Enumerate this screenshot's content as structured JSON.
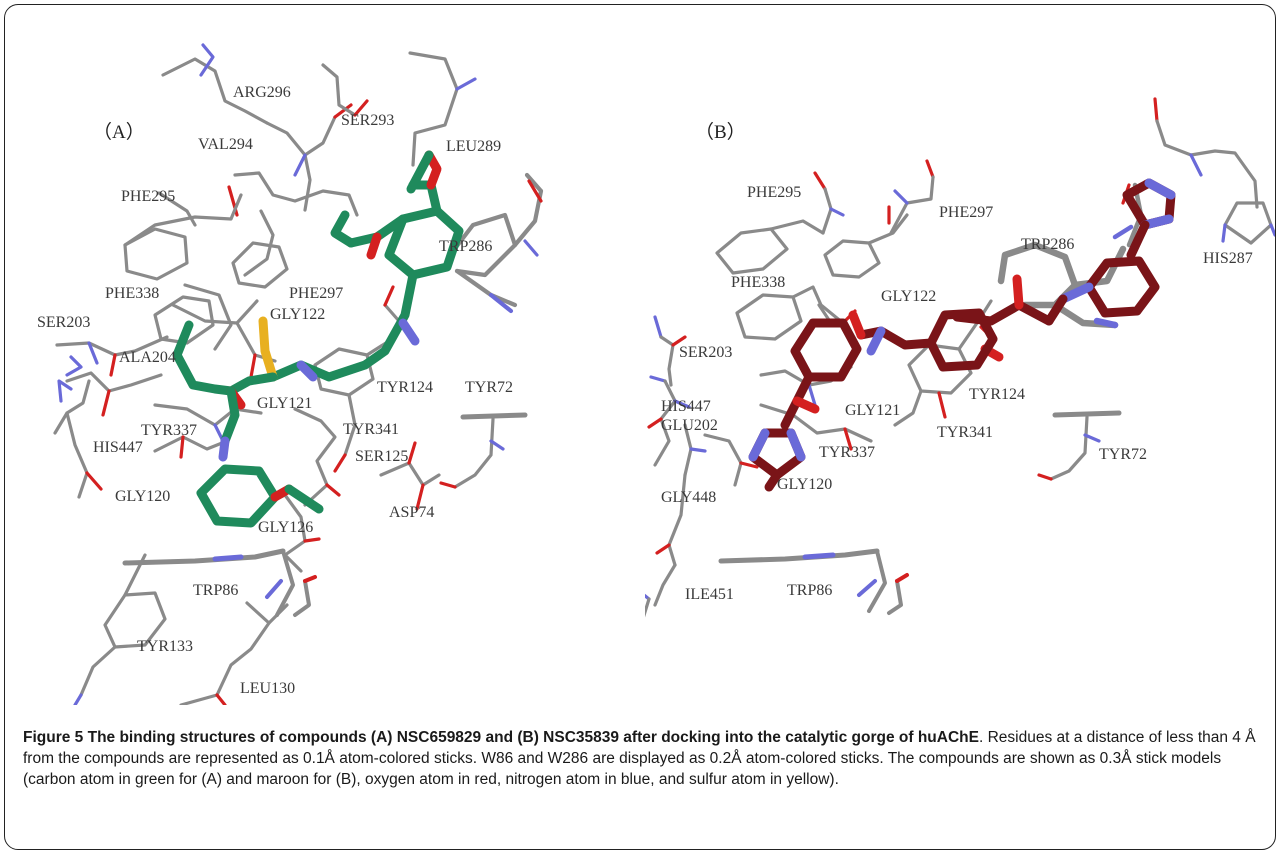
{
  "panel_a": {
    "tag": "（A）",
    "residues": [
      "ARG296",
      "SER293",
      "VAL294",
      "LEU289",
      "PHE295",
      "TRP286",
      "PHE338",
      "PHE297",
      "GLY122",
      "SER203",
      "ALA204",
      "TYR124",
      "TYR72",
      "GLY121",
      "TYR341",
      "TYR337",
      "SER125",
      "HIS447",
      "GLY120",
      "ASP74",
      "GLY126",
      "TRP86",
      "TYR133",
      "LEU130"
    ]
  },
  "panel_b": {
    "tag": "（B）",
    "residues": [
      "PHE295",
      "PHE297",
      "TRP286",
      "HIS287",
      "PHE338",
      "GLY122",
      "SER203",
      "TYR124",
      "HIS447",
      "GLU202",
      "GLY121",
      "TYR337",
      "TYR341",
      "TYR72",
      "GLY120",
      "GLY448",
      "TRP86",
      "ILE451"
    ]
  },
  "colors": {
    "carbon_residue": "#8a8a8a",
    "oxygen": "#d42020",
    "nitrogen": "#6a6ad8",
    "sulfur": "#e8b020",
    "ligand_a_carbon": "#1f8a5c",
    "ligand_b_carbon": "#7a1418"
  },
  "caption": {
    "title": "Figure 5 The binding structures of compounds (A) NSC659829 and (B) NSC35839 after docking into the catalytic gorge of huAChE",
    "title_end": ".",
    "body": " Residues at a distance of less than 4 Å from the compounds are represented as 0.1Å atom-colored sticks. W86 and W286 are displayed as 0.2Å atom-colored sticks. The compounds are shown as 0.3Å stick models (carbon atom in green for (A) and maroon for (B), oxygen atom in red, nitrogen atom in blue, and sulfur atom in yellow)."
  }
}
